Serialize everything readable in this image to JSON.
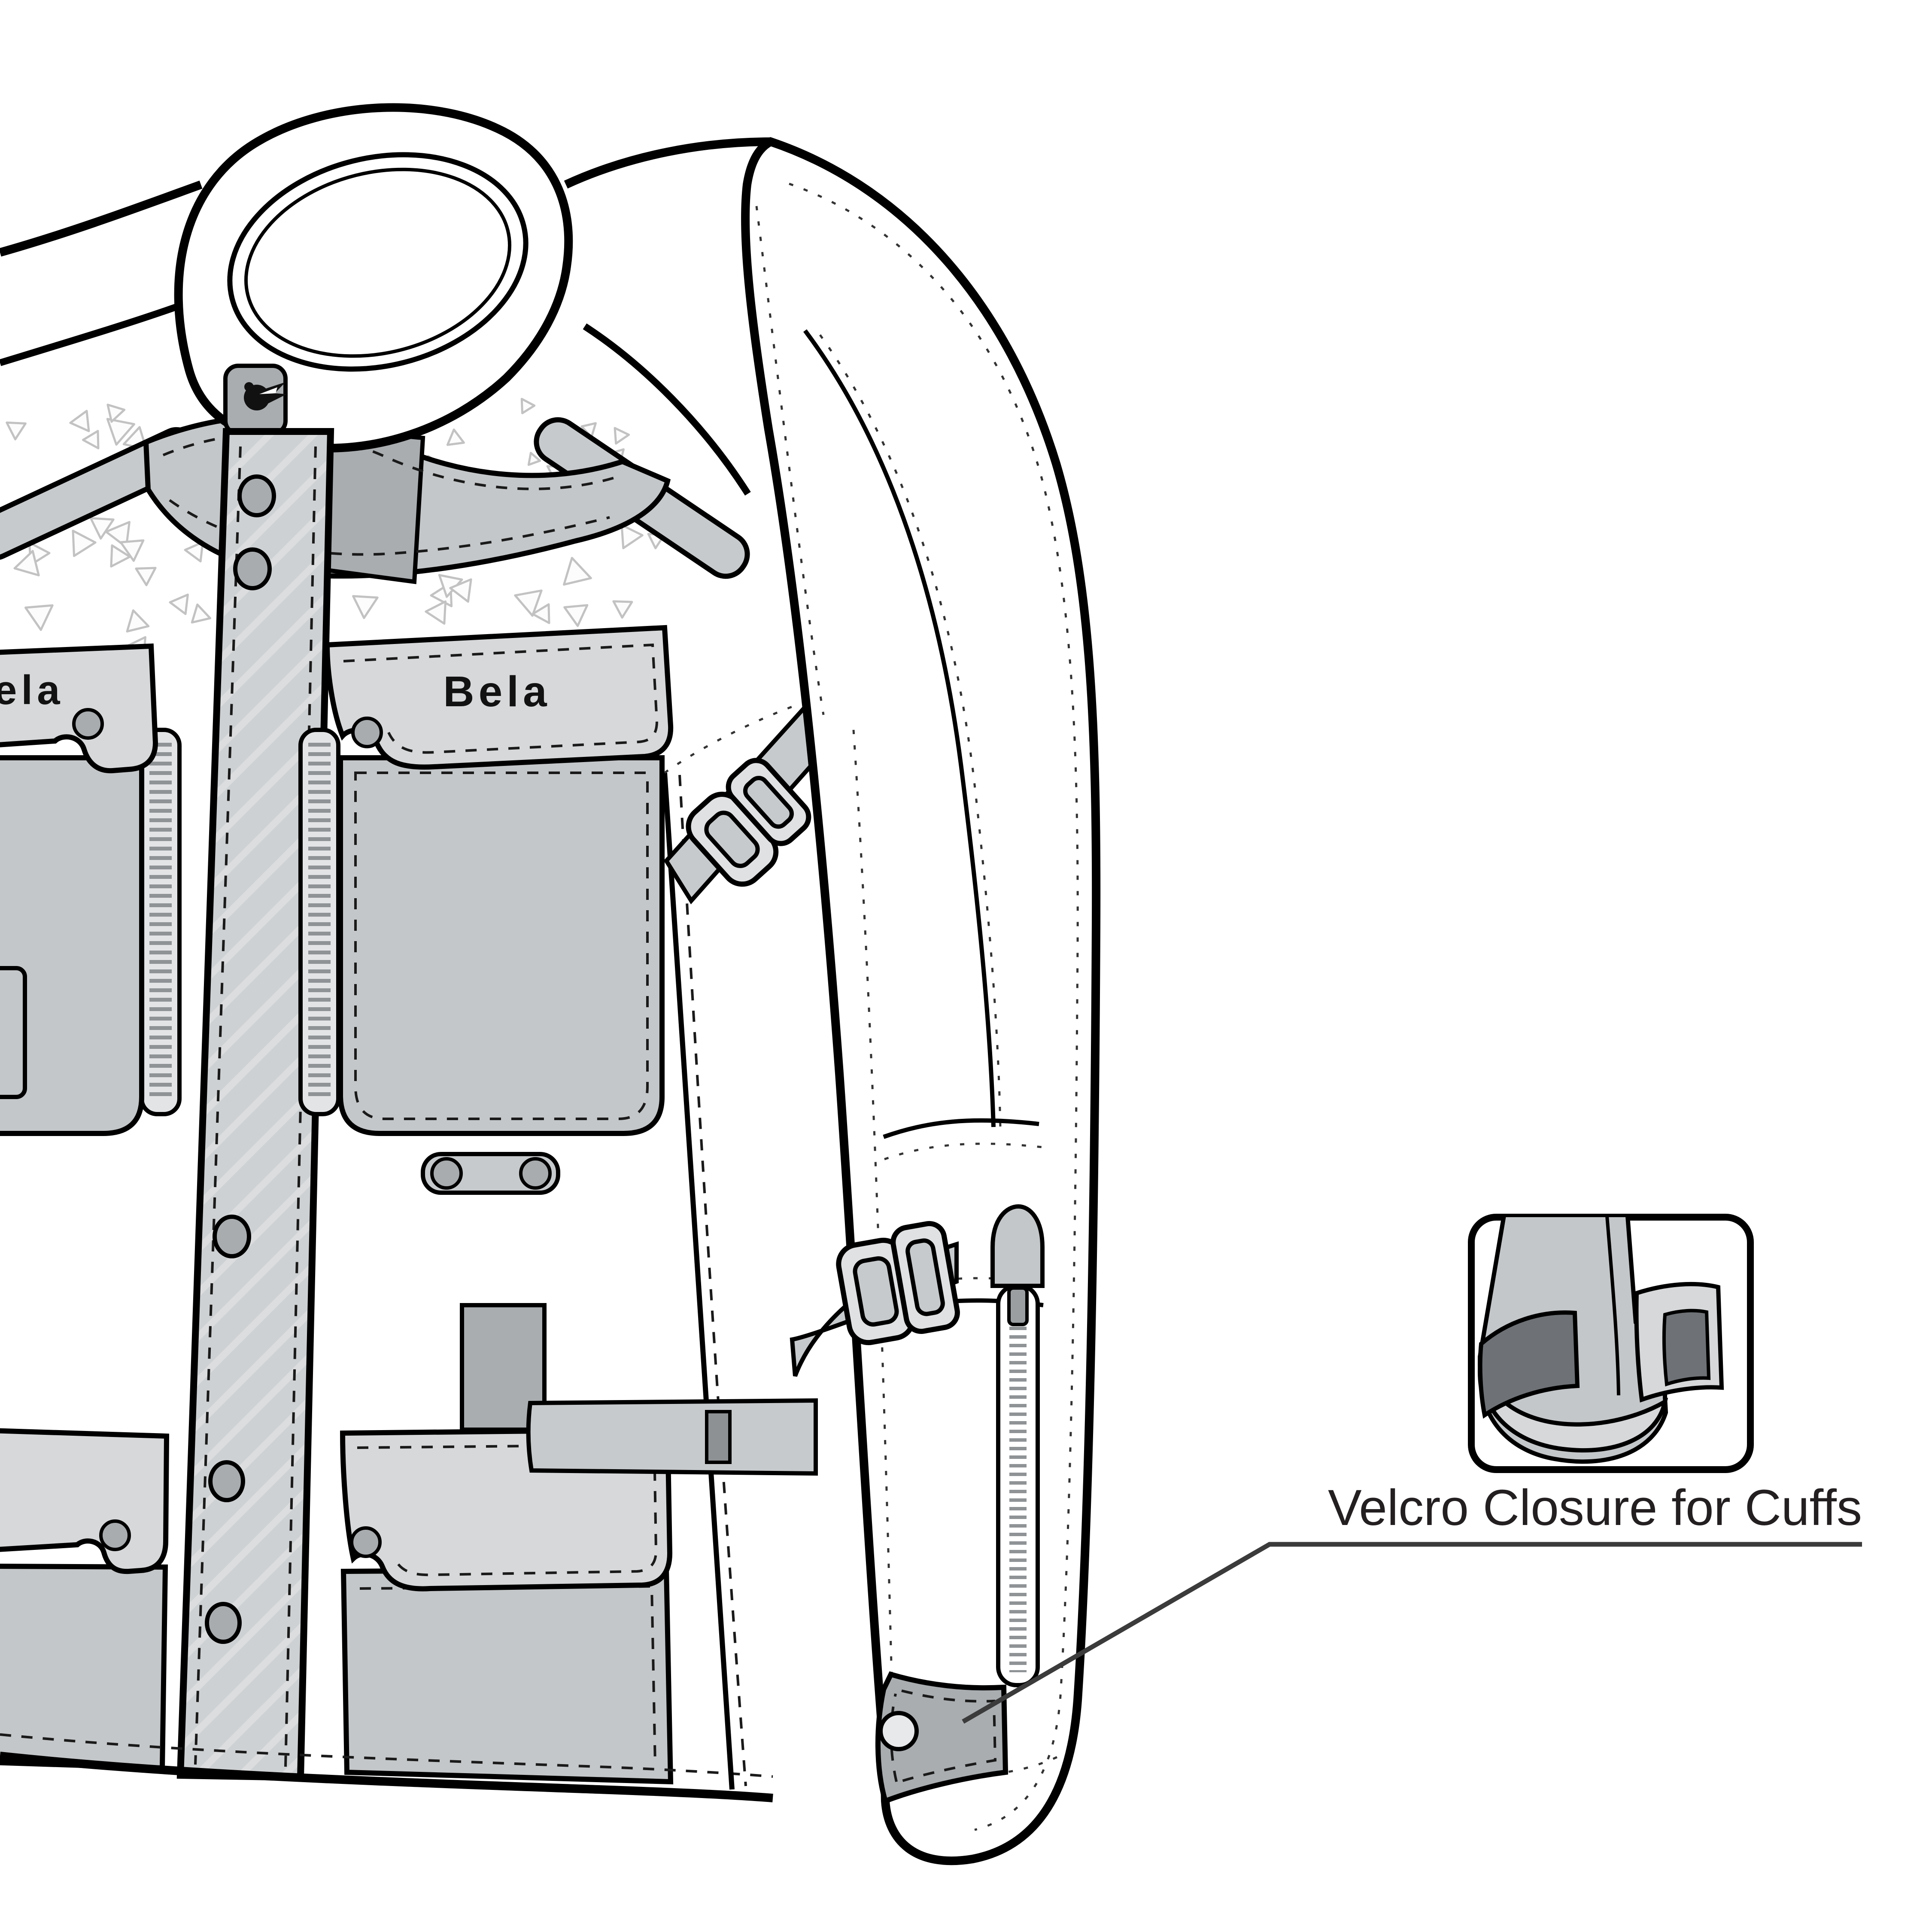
{
  "illustration": {
    "subject": "motorcycle-jacket-front-technical-drawing",
    "emblem": "roaring-bear"
  },
  "brand": {
    "logo_right": "Bela",
    "logo_left_partial": "ela"
  },
  "callout": {
    "label": "Velcro Closure for Cuffs"
  },
  "colors": {
    "outline": "#000000",
    "panel_light": "#d6d8d9",
    "panel_mid": "#c4c7c9",
    "panel_dark": "#a9adb0",
    "strap": "#c7cacc",
    "buckle": "#dfe1e2",
    "velcro_dark": "#6e7276",
    "snap": "#a8acaf",
    "snap_light": "#e8e9ea",
    "text": "#231f20",
    "leader": "#3b3b3c",
    "perforation": "#c2c2c2"
  }
}
